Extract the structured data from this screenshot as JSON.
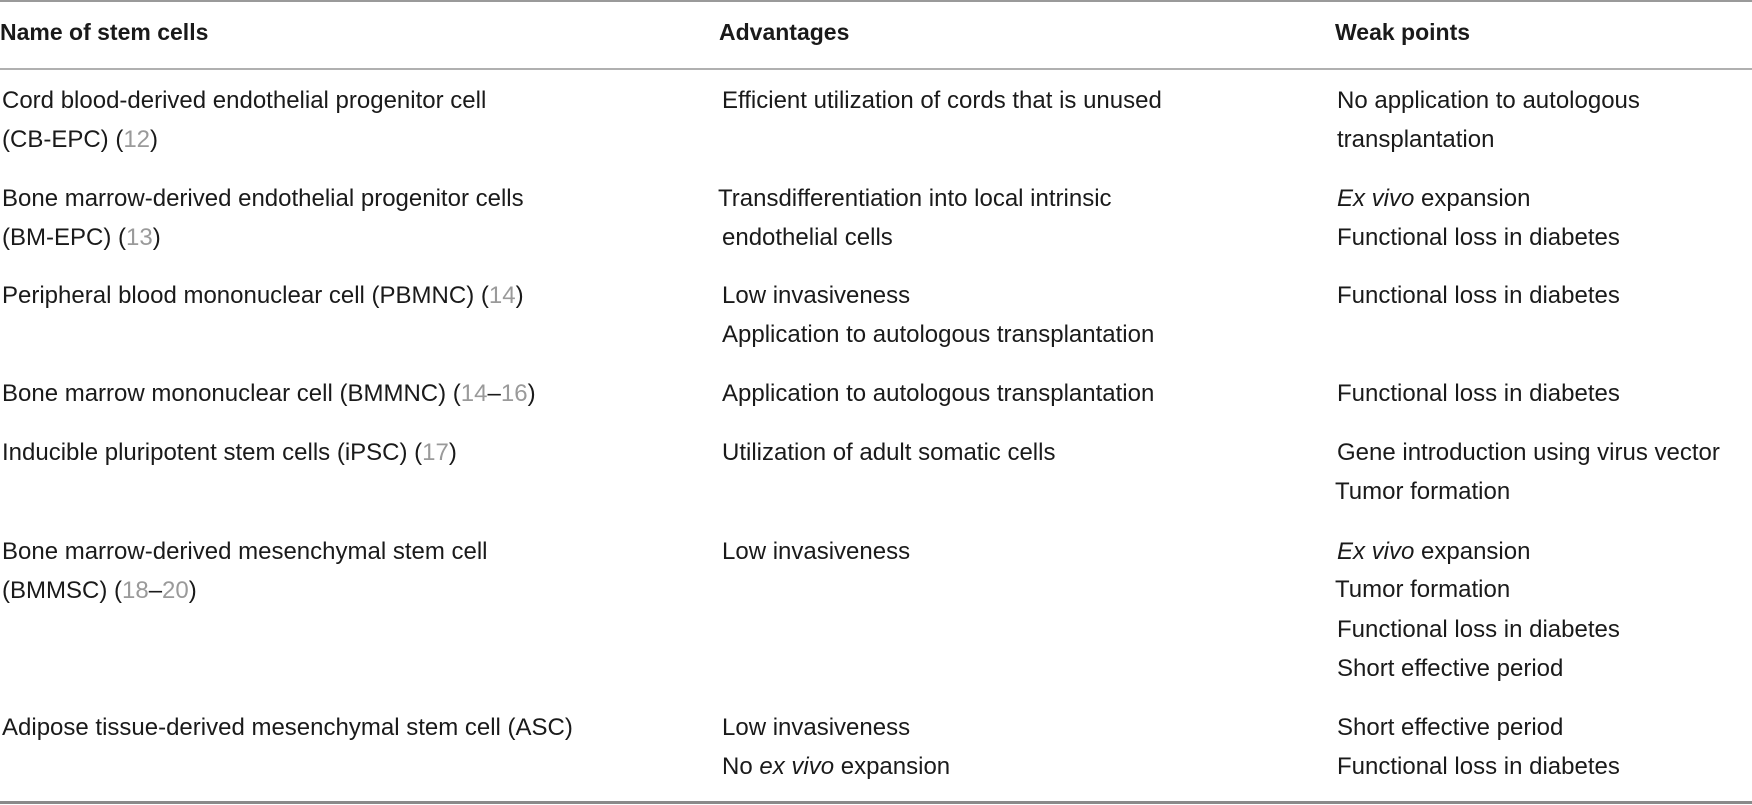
{
  "headers": {
    "name": "Name of stem cells",
    "advantages": "Advantages",
    "weak": "Weak points"
  },
  "rows": [
    {
      "name_1": "Cord blood-derived endothelial progenitor cell",
      "name_2_pre": "(CB-EPC) (",
      "ref_a": "12",
      "name_2_post": ")",
      "adv_1": "Efficient utilization of cords that is unused",
      "weak_1": "No application to autologous",
      "weak_2": "transplantation"
    },
    {
      "name_1": "Bone marrow-derived endothelial progenitor cells",
      "name_2_pre": "(BM-EPC) (",
      "ref_a": "13",
      "name_2_post": ")",
      "adv_1": "Transdifferentiation into local intrinsic",
      "adv_2": "endothelial cells",
      "weak_1_ital": "Ex vivo",
      "weak_1_rest": " expansion",
      "weak_2": "Functional loss in diabetes"
    },
    {
      "name_pre": "Peripheral blood mononuclear cell (PBMNC) (",
      "ref_a": "14",
      "name_post": ")",
      "adv_1": "Low invasiveness",
      "adv_2": "Application to autologous transplantation",
      "weak_1": "Functional loss in diabetes"
    },
    {
      "name_pre": "Bone marrow mononuclear cell (BMMNC) (",
      "ref_a": "14",
      "dash": "–",
      "ref_b": "16",
      "name_post": ")",
      "adv_1": "Application to autologous transplantation",
      "weak_1": "Functional loss in diabetes"
    },
    {
      "name_pre": "Inducible pluripotent stem cells (iPSC) (",
      "ref_a": "17",
      "name_post": ")",
      "adv_1": "Utilization of adult somatic cells",
      "weak_1": "Gene introduction using virus vector",
      "weak_2": "Tumor formation"
    },
    {
      "name_1": "Bone marrow-derived mesenchymal stem cell",
      "name_2_pre": "(BMMSC) (",
      "ref_a": "18",
      "dash": "–",
      "ref_b": "20",
      "name_2_post": ")",
      "adv_1": "Low invasiveness",
      "weak_1_ital": "Ex vivo",
      "weak_1_rest": " expansion",
      "weak_2": "Tumor formation",
      "weak_3": "Functional loss in diabetes",
      "weak_4": "Short effective period"
    },
    {
      "name_1": "Adipose tissue-derived mesenchymal stem cell (ASC)",
      "adv_1": "Low invasiveness",
      "adv_2_pre": "No ",
      "adv_2_ital": "ex vivo",
      "adv_2_post": " expansion",
      "weak_1": "Short effective period",
      "weak_2": "Functional loss in diabetes"
    }
  ]
}
